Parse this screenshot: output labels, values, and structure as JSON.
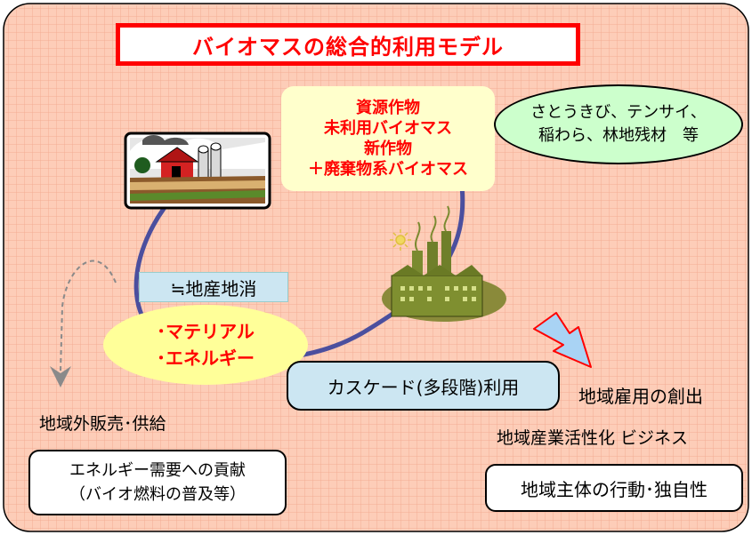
{
  "title": "バイオマスの総合的利用モデル",
  "resources": {
    "lines": [
      "資源作物",
      "未利用バイオマス",
      "新作物",
      "＋廃棄物系バイオマス"
    ]
  },
  "examples": {
    "lines": [
      "さとうきび、テンサイ、",
      "稲わら、林地残材　等"
    ]
  },
  "local_consumption": "≒地産地消",
  "uses": {
    "lines": [
      "･マテリアル",
      "･エネルギー"
    ]
  },
  "cascade": "カスケード(多段階)利用",
  "outside_sales": "地域外販売･供給",
  "energy_contribution": {
    "lines": [
      "エネルギー需要への貢献",
      "（バイオ燃料の普及等）"
    ]
  },
  "employment": "地域雇用の創出",
  "industry": "地域産業活性化 ビジネス",
  "action": "地域主体の行動･独自性",
  "colors": {
    "background": "#fdcdb8",
    "grid": "#f7b9a3",
    "title_accent": "#ff0000",
    "cycle_line": "#4b4f9e",
    "resource_fill": "#ffffcc",
    "examples_fill": "#ccffcc",
    "uses_fill": "#ffff99",
    "label_fill": "#cce6f2",
    "arrow_fill": "#a9d3f4",
    "arrow_outline": "#ff0000"
  },
  "icons": {
    "farm": "farm-icon",
    "factory": "factory-icon",
    "dashed_arrow": "dashed-arrow-icon",
    "outline_arrow": "red-outline-arrow-icon"
  }
}
